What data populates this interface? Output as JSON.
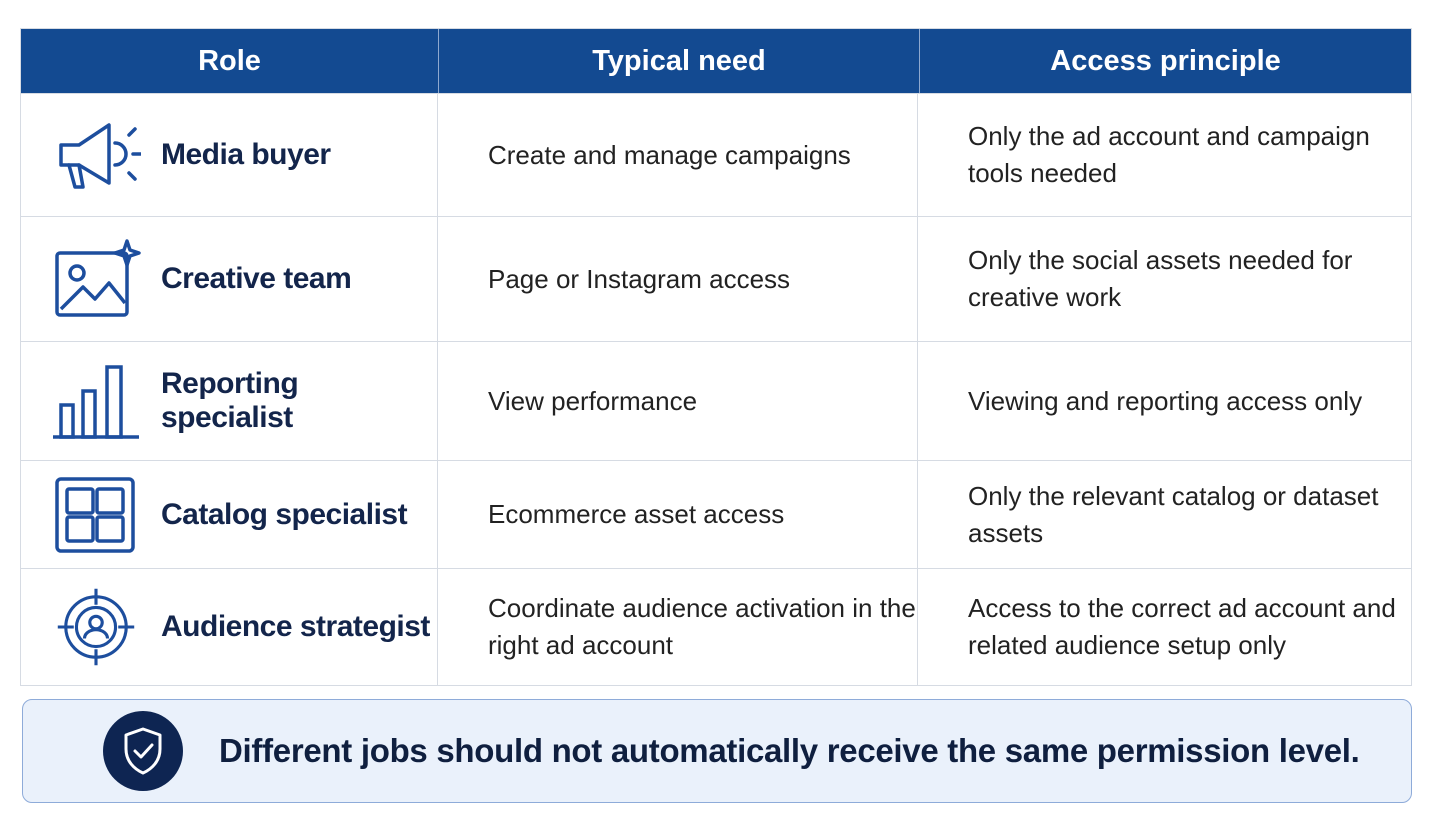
{
  "table": {
    "headers": [
      "Role",
      "Typical need",
      "Access principle"
    ],
    "rows": [
      {
        "icon": "megaphone-icon",
        "role": "Media buyer",
        "need": "Create and manage campaigns",
        "principle": "Only the ad account and campaign tools needed"
      },
      {
        "icon": "image-sparkle-icon",
        "role": "Creative team",
        "need": "Page or Instagram access",
        "principle": "Only the social assets needed for creative work"
      },
      {
        "icon": "bar-chart-icon",
        "role": "Reporting specialist",
        "need": "View performance",
        "principle": "Viewing and reporting access only"
      },
      {
        "icon": "grid-icon",
        "role": "Catalog specialist",
        "need": "Ecommerce asset access",
        "principle": "Only the relevant catalog or dataset assets"
      },
      {
        "icon": "target-user-icon",
        "role": "Audience strategist",
        "need": "Coordinate audience activation in the right ad account",
        "principle": "Access to the correct ad account and related audience setup only"
      }
    ]
  },
  "banner": {
    "icon": "shield-check-icon",
    "text": "Different jobs should not automatically receive the same permission level."
  },
  "colors": {
    "header": "#134a91",
    "icon": "#1d4e9e",
    "banner_bg": "#eaf1fb",
    "shield": "#0e2552"
  }
}
